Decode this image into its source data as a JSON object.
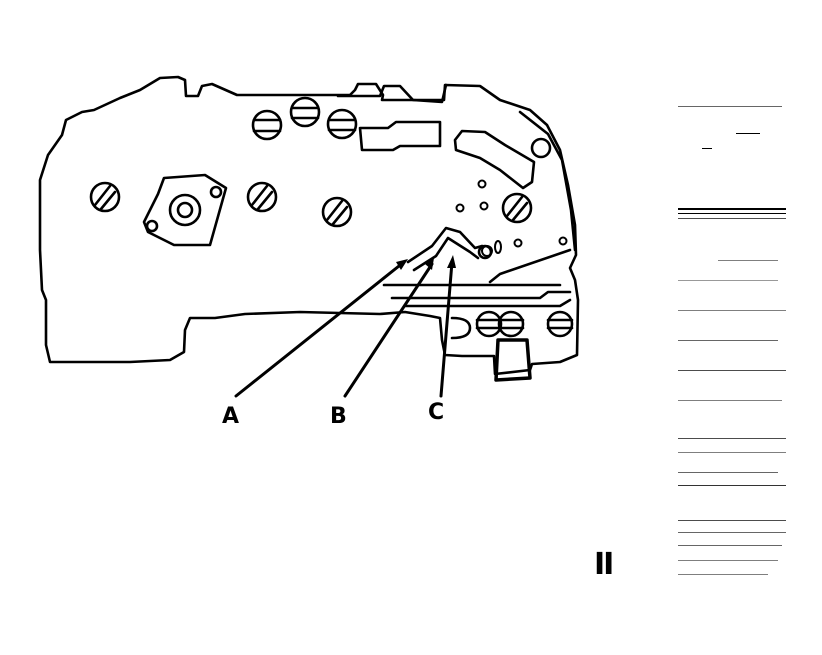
{
  "figure": {
    "subject": "valve body line drawing",
    "stroke_color": "#000000",
    "background_color": "#ffffff"
  },
  "callouts": [
    {
      "id": "A",
      "label": "A"
    },
    {
      "id": "B",
      "label": "B"
    },
    {
      "id": "C",
      "label": "C"
    }
  ],
  "figure_marker": "II",
  "side_text": {
    "legible": false
  }
}
